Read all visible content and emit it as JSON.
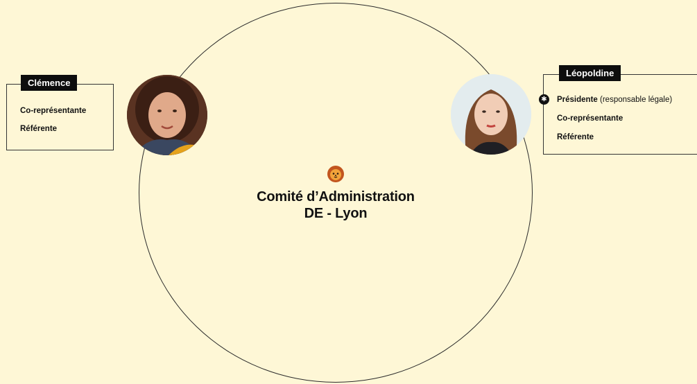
{
  "center": {
    "title_line1": "Comité d’Administration",
    "title_line2": "DE - Lyon",
    "icon": "lion-icon"
  },
  "members": [
    {
      "name": "Clémence",
      "roles": [
        "Co-représentante",
        "Référente"
      ]
    },
    {
      "name": "Léopoldine",
      "roles": [
        {
          "label": "Présidente",
          "note": "(responsable légale)",
          "icon": "star-icon"
        },
        {
          "label": "Co-représentante"
        },
        {
          "label": "Référente"
        }
      ]
    }
  ],
  "colors": {
    "background": "#fef7d6",
    "tag": "#0d0d0d",
    "line": "#2a2a2a"
  }
}
